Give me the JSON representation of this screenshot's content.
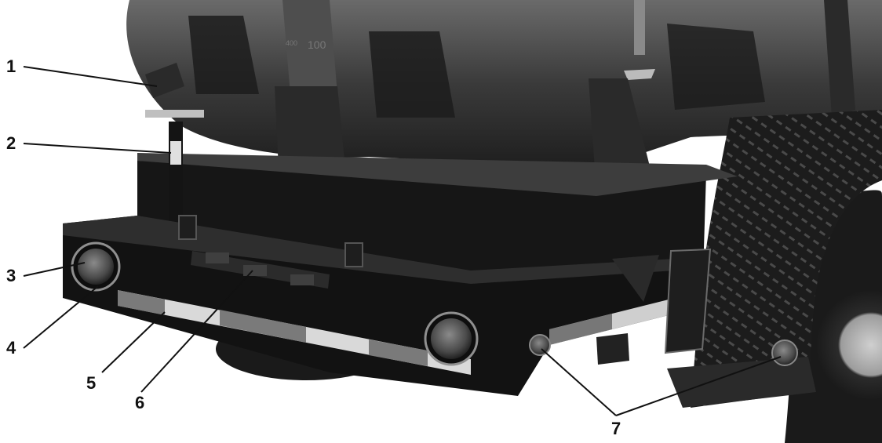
{
  "figure": {
    "callouts": [
      {
        "id": "1",
        "label": "1"
      },
      {
        "id": "2",
        "label": "2"
      },
      {
        "id": "3",
        "label": "3"
      },
      {
        "id": "4",
        "label": "4"
      },
      {
        "id": "5",
        "label": "5"
      },
      {
        "id": "6",
        "label": "6"
      },
      {
        "id": "7",
        "label": "7"
      }
    ],
    "tank_markings": {
      "left": "400",
      "right": "100"
    }
  }
}
